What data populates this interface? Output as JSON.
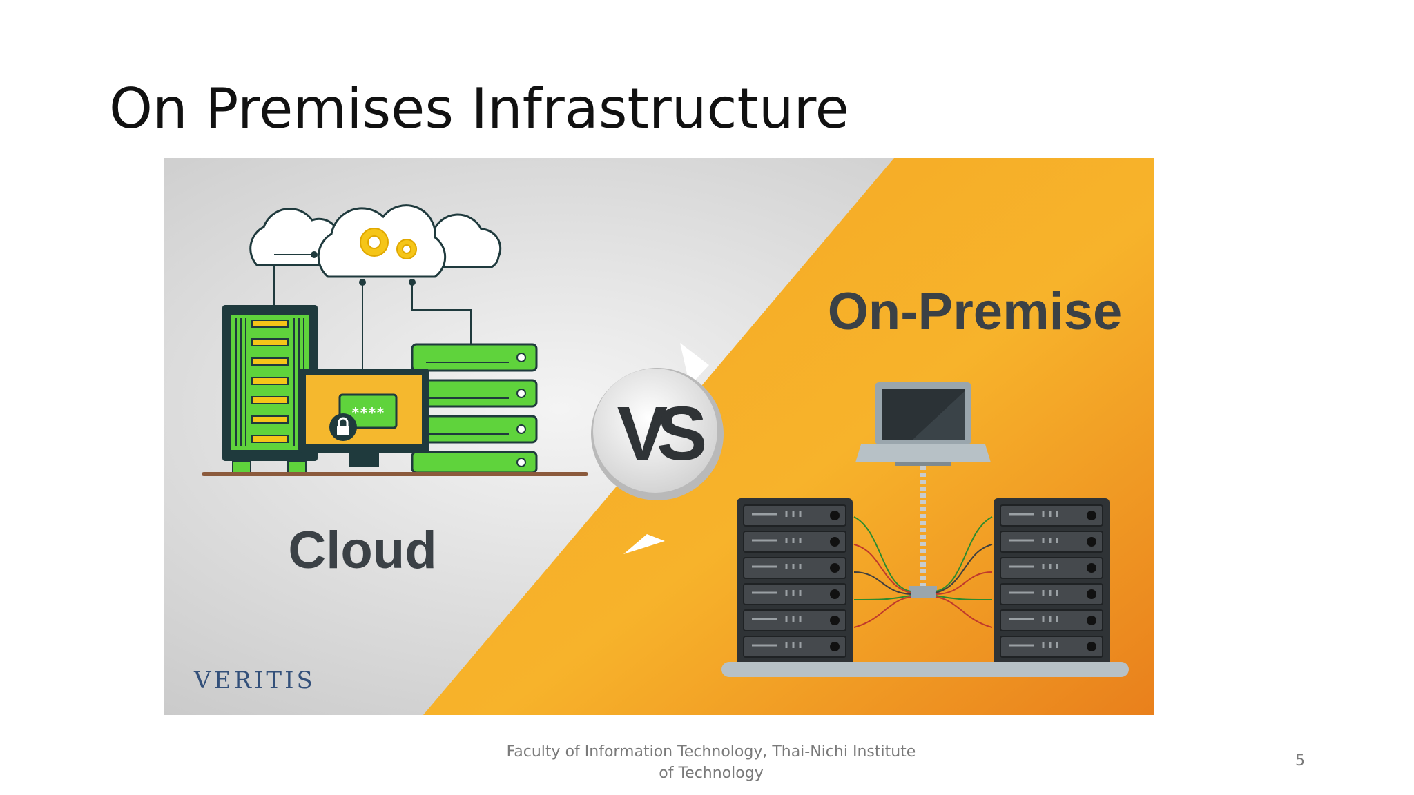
{
  "slide": {
    "title": "On Premises Infrastructure",
    "footer_text": "Faculty of Information Technology, Thai-Nichi Institute of Technology",
    "page_number": "5"
  },
  "illustration": {
    "left_label": "Cloud",
    "right_label": "On-Premise",
    "vs_label": "VS",
    "brand_logo": "VERITIS",
    "password_mask": "****",
    "icons": [
      "cloud-icon",
      "gear-icon",
      "server-rack-icon",
      "monitor-icon",
      "lock-icon",
      "laptop-icon",
      "network-switch-icon"
    ]
  },
  "colors": {
    "orange": "#f29b1e",
    "green": "#5fd33c",
    "dark_panel": "#1f3a3d",
    "rack": "#3a3d40",
    "text_dark": "#3b4146",
    "logo_blue": "#33507a"
  }
}
